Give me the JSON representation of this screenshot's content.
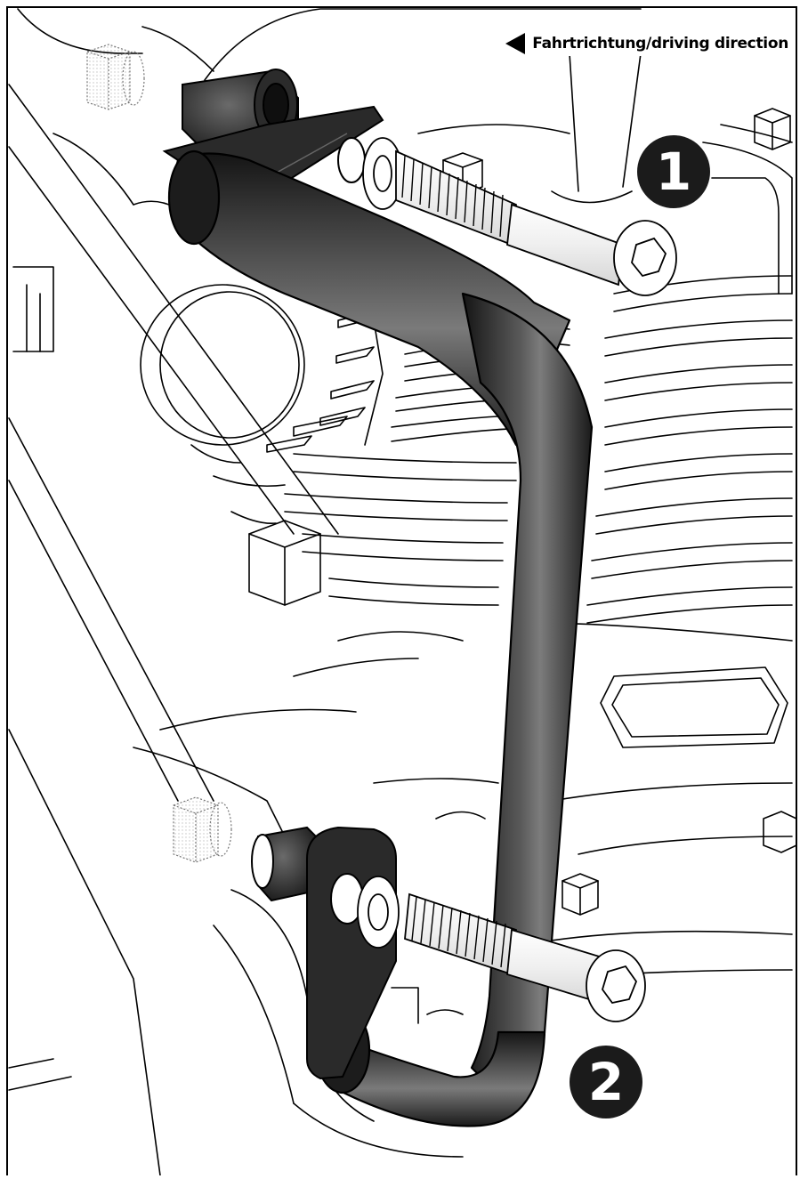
{
  "direction_label": "Fahrtrichtung/driving direction",
  "callouts": [
    "1",
    "2"
  ],
  "colors": {
    "line": "#000000",
    "background": "#ffffff",
    "bar_dark": "#1e1e1e",
    "bar_light": "#6a6a6a",
    "bolt": "#f2f2f2",
    "callout_bg": "#1b1b1b"
  },
  "icons": [
    "arrow-left-icon"
  ]
}
